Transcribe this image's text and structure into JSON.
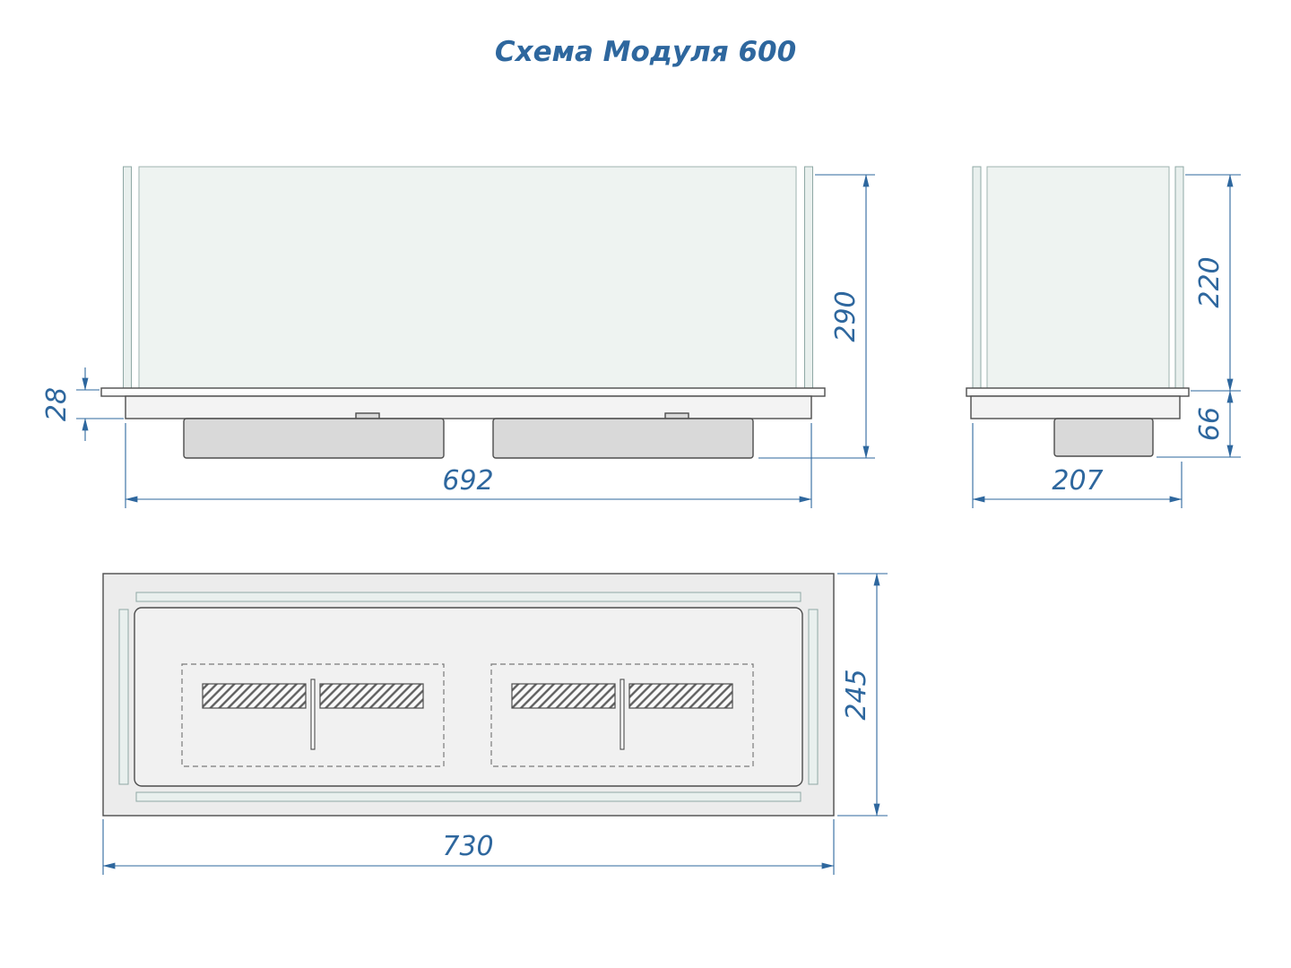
{
  "title": "Схема Модуля 600",
  "dimensions": {
    "front_height": "290",
    "front_flange": "28",
    "front_width": "692",
    "side_glass_height": "220",
    "side_lower_height": "66",
    "side_depth": "207",
    "plan_depth": "245",
    "plan_width": "730"
  },
  "colors": {
    "dimension": "#2e679e",
    "outline": "#4d4d4d",
    "glass": "#e9f0ee",
    "glass_edge": "#8fa8a5",
    "body_fill": "#f3f3f3",
    "burner_fill": "#d9d9d9",
    "plan_fill": "#ececec"
  }
}
